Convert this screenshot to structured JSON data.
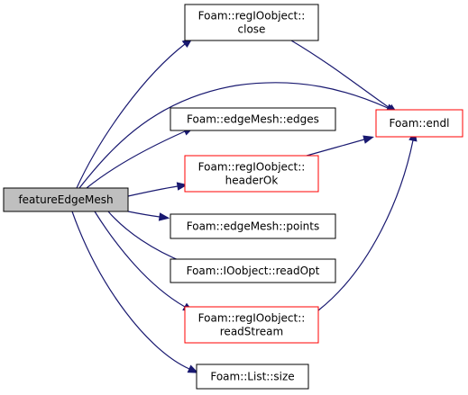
{
  "colors": {
    "edge": "#191970",
    "node_fill": "#ffffff",
    "node_border": "#000000",
    "node_border_incomplete": "#ff0000",
    "root_fill": "#bfbfbf",
    "root_border": "#000000"
  },
  "nodes": [
    {
      "id": "root",
      "lines": [
        "featureEdgeMesh"
      ],
      "style": "root"
    },
    {
      "id": "close",
      "lines": [
        "Foam::regIOobject::",
        "close"
      ],
      "style": "normal"
    },
    {
      "id": "endl",
      "lines": [
        "Foam::endl"
      ],
      "style": "red"
    },
    {
      "id": "edges",
      "lines": [
        "Foam::edgeMesh::edges"
      ],
      "style": "normal"
    },
    {
      "id": "headerOk",
      "lines": [
        "Foam::regIOobject::",
        "headerOk"
      ],
      "style": "red"
    },
    {
      "id": "points",
      "lines": [
        "Foam::edgeMesh::points"
      ],
      "style": "normal"
    },
    {
      "id": "readOpt",
      "lines": [
        "Foam::IOobject::readOpt"
      ],
      "style": "normal"
    },
    {
      "id": "readStream",
      "lines": [
        "Foam::regIOobject::",
        "readStream"
      ],
      "style": "red"
    },
    {
      "id": "size",
      "lines": [
        "Foam::List::size"
      ],
      "style": "normal"
    }
  ],
  "edges": [
    {
      "from": "root",
      "to": "close"
    },
    {
      "from": "root",
      "to": "endl"
    },
    {
      "from": "root",
      "to": "edges"
    },
    {
      "from": "root",
      "to": "headerOk"
    },
    {
      "from": "root",
      "to": "points"
    },
    {
      "from": "root",
      "to": "readOpt"
    },
    {
      "from": "root",
      "to": "readStream"
    },
    {
      "from": "root",
      "to": "size"
    },
    {
      "from": "close",
      "to": "endl"
    },
    {
      "from": "headerOk",
      "to": "endl"
    },
    {
      "from": "readStream",
      "to": "endl"
    }
  ]
}
